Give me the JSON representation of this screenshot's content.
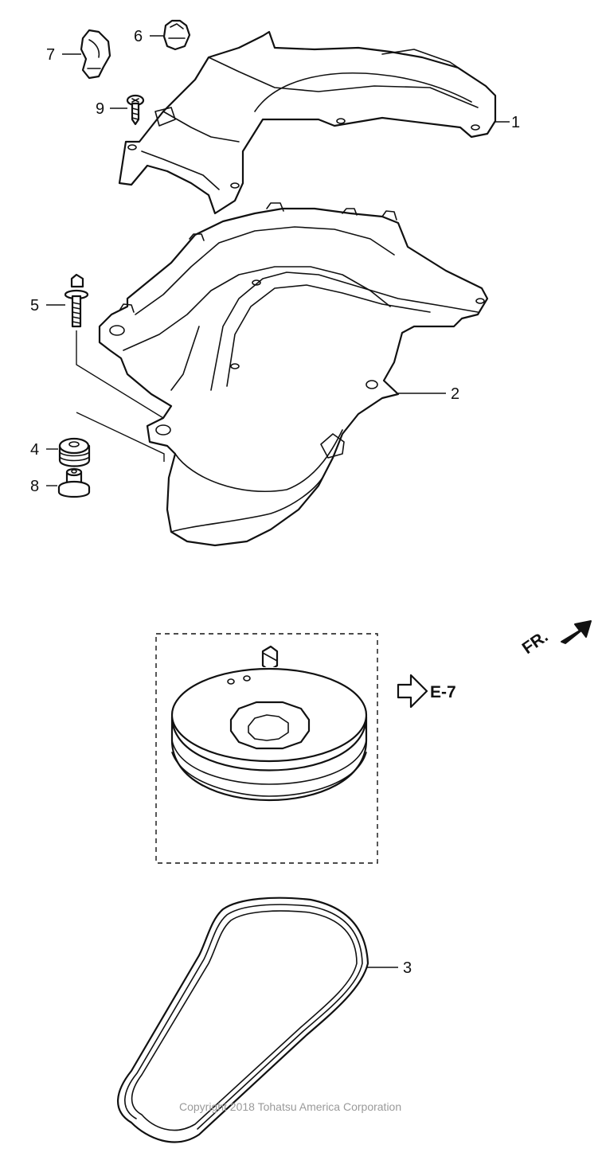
{
  "callouts": {
    "c1": "1",
    "c2": "2",
    "c3": "3",
    "c4": "4",
    "c5": "5",
    "c6": "6",
    "c7": "7",
    "c8": "8",
    "c9": "9"
  },
  "reference": {
    "label": "E-7"
  },
  "direction": {
    "label": "FR."
  },
  "footer": {
    "copyright": "Copyright 2018 Tohatsu America Corporation"
  },
  "colors": {
    "line": "#111111",
    "background": "#ffffff",
    "copyright_text": "#9a9a9a"
  }
}
